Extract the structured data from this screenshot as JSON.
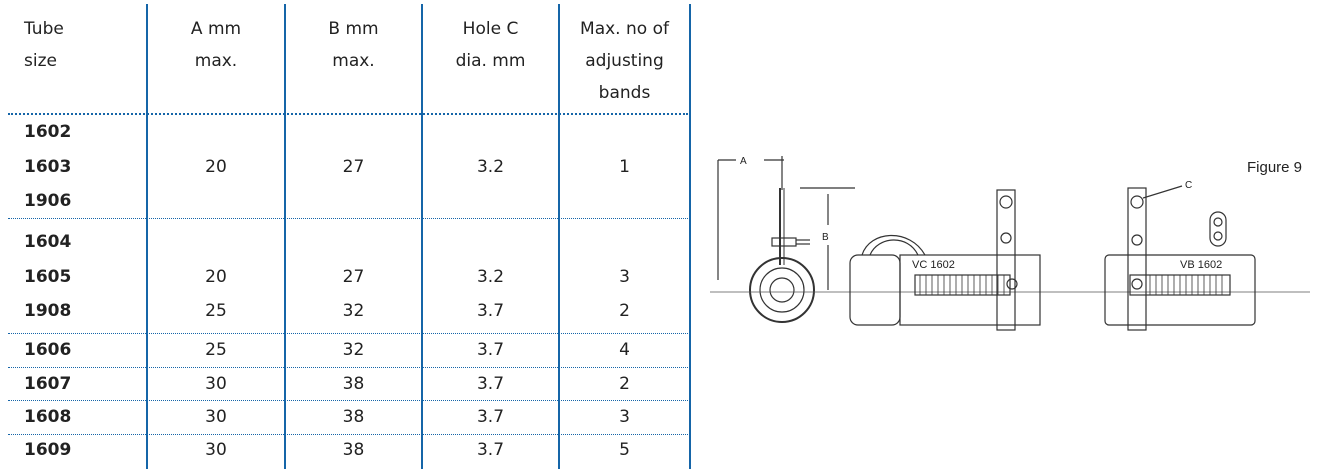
{
  "headers": [
    [
      "Tube",
      "size"
    ],
    [
      "A mm",
      "max."
    ],
    [
      "B mm",
      "max."
    ],
    [
      "Hole C",
      "dia. mm"
    ],
    [
      "Max. no of",
      "adjusting",
      "bands"
    ]
  ],
  "group1": {
    "sizes": [
      "1602",
      "1603",
      "1906"
    ],
    "a": "20",
    "b": "27",
    "c": "3.2",
    "bands": "1"
  },
  "group2": {
    "sizes": [
      "1604",
      "1605",
      "1908"
    ],
    "row1605": {
      "a": "20",
      "b": "27",
      "c": "3.2",
      "bands": "3"
    },
    "row1908": {
      "a": "25",
      "b": "32",
      "c": "3.7",
      "bands": "2"
    }
  },
  "rows": [
    {
      "size": "1606",
      "a": "25",
      "b": "32",
      "c": "3.7",
      "bands": "4"
    },
    {
      "size": "1607",
      "a": "30",
      "b": "38",
      "c": "3.7",
      "bands": "2"
    },
    {
      "size": "1608",
      "a": "30",
      "b": "38",
      "c": "3.7",
      "bands": "3"
    },
    {
      "size": "1609",
      "a": "30",
      "b": "38",
      "c": "3.7",
      "bands": "5"
    }
  ],
  "figure": {
    "caption": "Figure 9",
    "label_a": "A",
    "label_b": "B",
    "label_c": "C",
    "label_vc": "VC 1602",
    "label_vb": "VB 1602"
  }
}
